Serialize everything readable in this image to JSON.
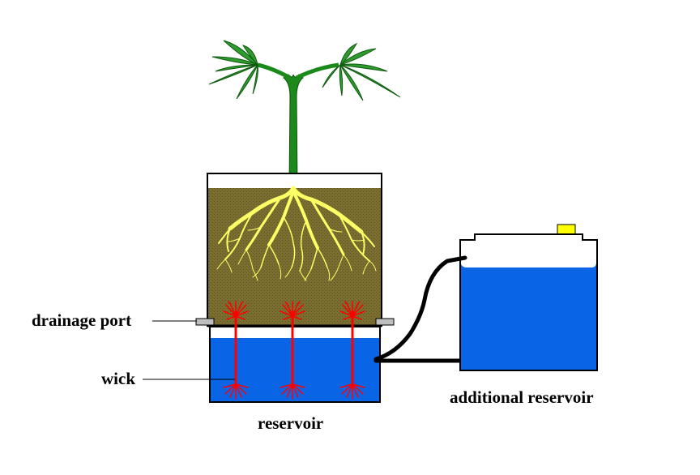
{
  "labels": {
    "drainage_port": "drainage port",
    "wick": "wick",
    "reservoir": "reservoir",
    "additional_reservoir": "additional reservoir"
  },
  "colors": {
    "soil": "#7a6e30",
    "soil_dots": "#5e5320",
    "water": "#0a64e6",
    "plant": "#1b8a1b",
    "roots": "#ffff66",
    "wick": "#ff0000",
    "port": "#bfbfbf",
    "cap": "#ffff00"
  }
}
